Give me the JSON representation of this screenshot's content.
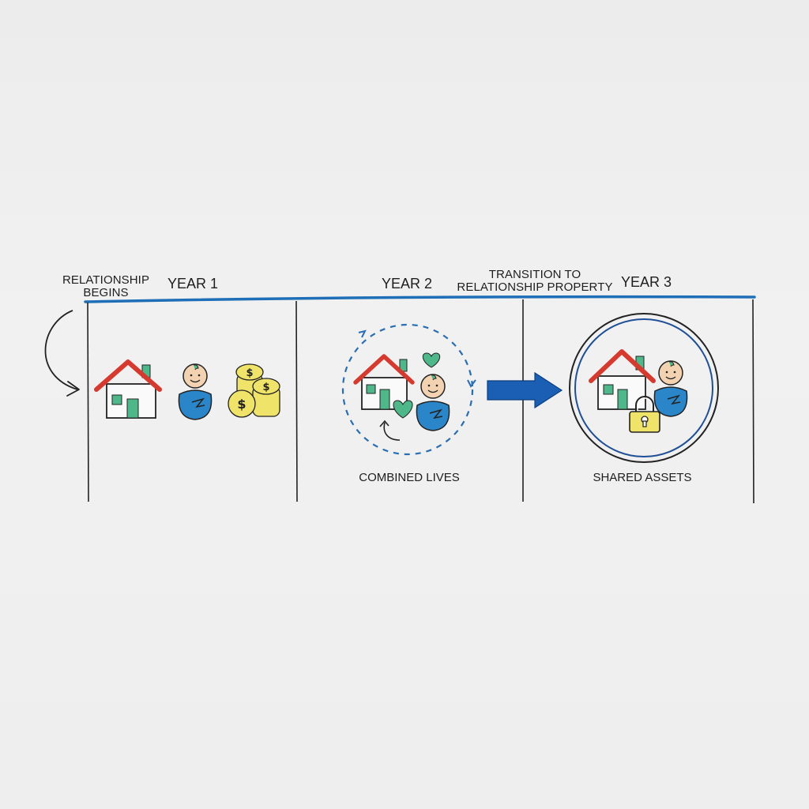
{
  "diagram": {
    "title_markers": {
      "start": {
        "line1": "RELATIONSHIP",
        "line2": "BEGINS"
      },
      "transition": {
        "line1": "TRANSITION TO",
        "line2": "RELATIONSHIP PROPERTY"
      }
    },
    "years": [
      {
        "label": "YEAR 1"
      },
      {
        "label": "YEAR 2"
      },
      {
        "label": "YEAR 3"
      }
    ],
    "panels": [
      {
        "caption": "",
        "icons": [
          "house-icon",
          "baby-icon",
          "coins-icon"
        ]
      },
      {
        "caption": "COMBINED LIVES",
        "icons": [
          "house-icon",
          "baby-icon",
          "heart-icon",
          "heart-icon",
          "cycle-arrow-icon"
        ]
      },
      {
        "caption": "SHARED ASSETS",
        "icons": [
          "house-icon",
          "baby-icon",
          "padlock-icon"
        ]
      }
    ],
    "colors": {
      "timeline": "#1f6fb8",
      "arrow": "#1a5fb4",
      "roof": "#d63a2f",
      "green": "#4fb88a",
      "baby_blue": "#2a86c8",
      "skin": "#f2d2b0",
      "coin": "#f0e36a",
      "lock": "#f0e36a"
    }
  }
}
